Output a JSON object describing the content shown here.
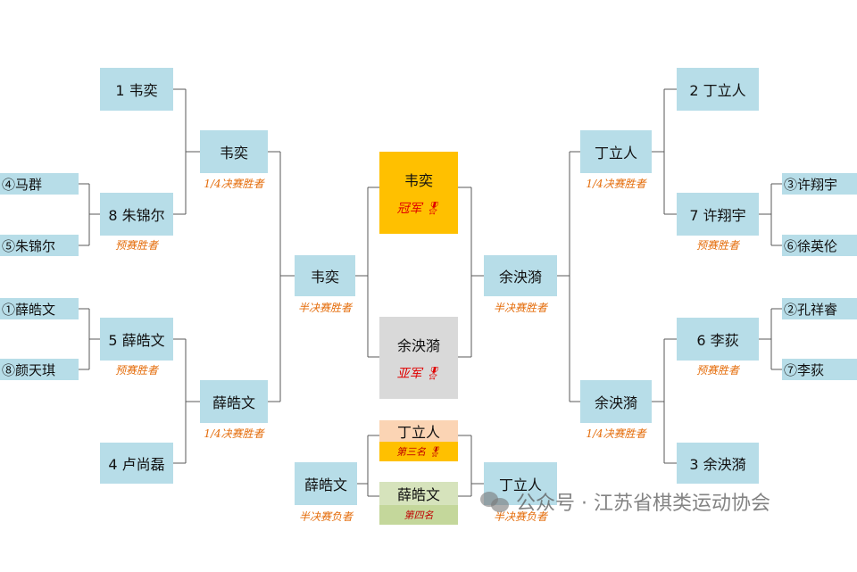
{
  "left_bracket": {
    "r1": [
      {
        "label": "④马群"
      },
      {
        "label": "⑤朱锦尔"
      },
      {
        "label": "①薛皓文"
      },
      {
        "label": "⑧颜天琪"
      }
    ],
    "r2": [
      {
        "label": "1 韦奕"
      },
      {
        "label": "8 朱锦尔",
        "caption": "预赛胜者"
      },
      {
        "label": "5 薛皓文",
        "caption": "预赛胜者"
      },
      {
        "label": "4 卢尚磊"
      }
    ],
    "qf": [
      {
        "label": "韦奕",
        "caption": "1/4决赛胜者"
      },
      {
        "label": "薛皓文",
        "caption": "1/4决赛胜者"
      }
    ],
    "sf": {
      "label": "韦奕",
      "caption": "半决赛胜者"
    }
  },
  "right_bracket": {
    "r1": [
      {
        "label": "③许翔宇"
      },
      {
        "label": "⑥徐英伦"
      },
      {
        "label": "②孔祥睿"
      },
      {
        "label": "⑦李荻"
      }
    ],
    "r2": [
      {
        "label": "2 丁立人"
      },
      {
        "label": "7 许翔宇",
        "caption": "预赛胜者"
      },
      {
        "label": "6 李荻",
        "caption": "预赛胜者"
      },
      {
        "label": "3 余泱漪"
      }
    ],
    "qf": [
      {
        "label": "丁立人",
        "caption": "1/4决赛胜者"
      },
      {
        "label": "余泱漪",
        "caption": "1/4决赛胜者"
      }
    ],
    "sf": {
      "label": "余泱漪",
      "caption": "半决赛胜者"
    }
  },
  "center": {
    "champion": {
      "name": "韦奕",
      "title": "冠军",
      "color": "#ffc000",
      "icon": "gold-medal-icon"
    },
    "runner_up": {
      "name": "余泱漪",
      "title": "亚军",
      "color": "#d9d9d9",
      "icon": "silver-medal-icon"
    },
    "third": {
      "name": "丁立人",
      "title": "第三名",
      "color": "#fbd4b4",
      "strip_color": "#ffc000",
      "icon": "bronze-medal-icon"
    },
    "fourth": {
      "name": "薛皓文",
      "title": "第四名",
      "color": "#d6e3bc",
      "strip_color": "#c4d79b"
    }
  },
  "third_place_match": {
    "loser_left": {
      "label": "薛皓文",
      "caption": "半决赛负者"
    },
    "loser_right": {
      "label": "丁立人",
      "caption": "半决赛负者"
    }
  },
  "watermark": {
    "text": "公众号 · 江苏省棋类运动协会",
    "icon": "wechat-icon"
  },
  "colors": {
    "box": "#b7dde8",
    "caption": "#e46c0a",
    "line": "#595959"
  }
}
